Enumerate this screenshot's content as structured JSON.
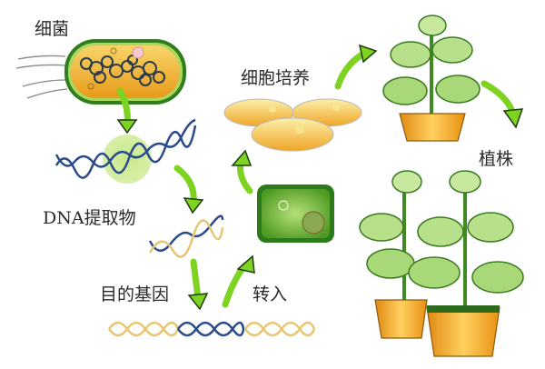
{
  "diagram": {
    "title": "",
    "labels": {
      "bacteria": "细菌",
      "dna_extract": "DNA提取物",
      "target_gene": "目的基因",
      "transfer": "转入",
      "cell_culture": "细胞培养",
      "plant": "植株"
    },
    "nodes": [
      {
        "id": "bacteria",
        "label": "细菌",
        "icon": "bacterium-icon"
      },
      {
        "id": "dna_extract",
        "label": "DNA提取物",
        "icon": "dna-helix-icon"
      },
      {
        "id": "target_gene",
        "label": "目的基因",
        "icon": "dna-fragment-icon"
      },
      {
        "id": "transfer",
        "label": "转入",
        "icon": "plant-cell-icon"
      },
      {
        "id": "cell_culture",
        "label": "细胞培养",
        "icon": "petri-dish-icon"
      },
      {
        "id": "plant",
        "label": "植株",
        "icon": "potted-plant-icon"
      }
    ],
    "flow": [
      "bacteria",
      "dna_extract",
      "target_gene",
      "transfer",
      "cell_culture",
      "plant"
    ],
    "colors": {
      "arrow": "#7ed321",
      "arrow_edge": "#1f3d10",
      "bacterium_fill": "#f2b630",
      "bacterium_outline": "#2f7d1c",
      "dna_blue": "#2a4a8c",
      "dna_gold": "#e8c670",
      "cell_green": "#5aa52a",
      "pot_orange": "#f0a020",
      "leaf_green": "#7cc24a"
    }
  }
}
